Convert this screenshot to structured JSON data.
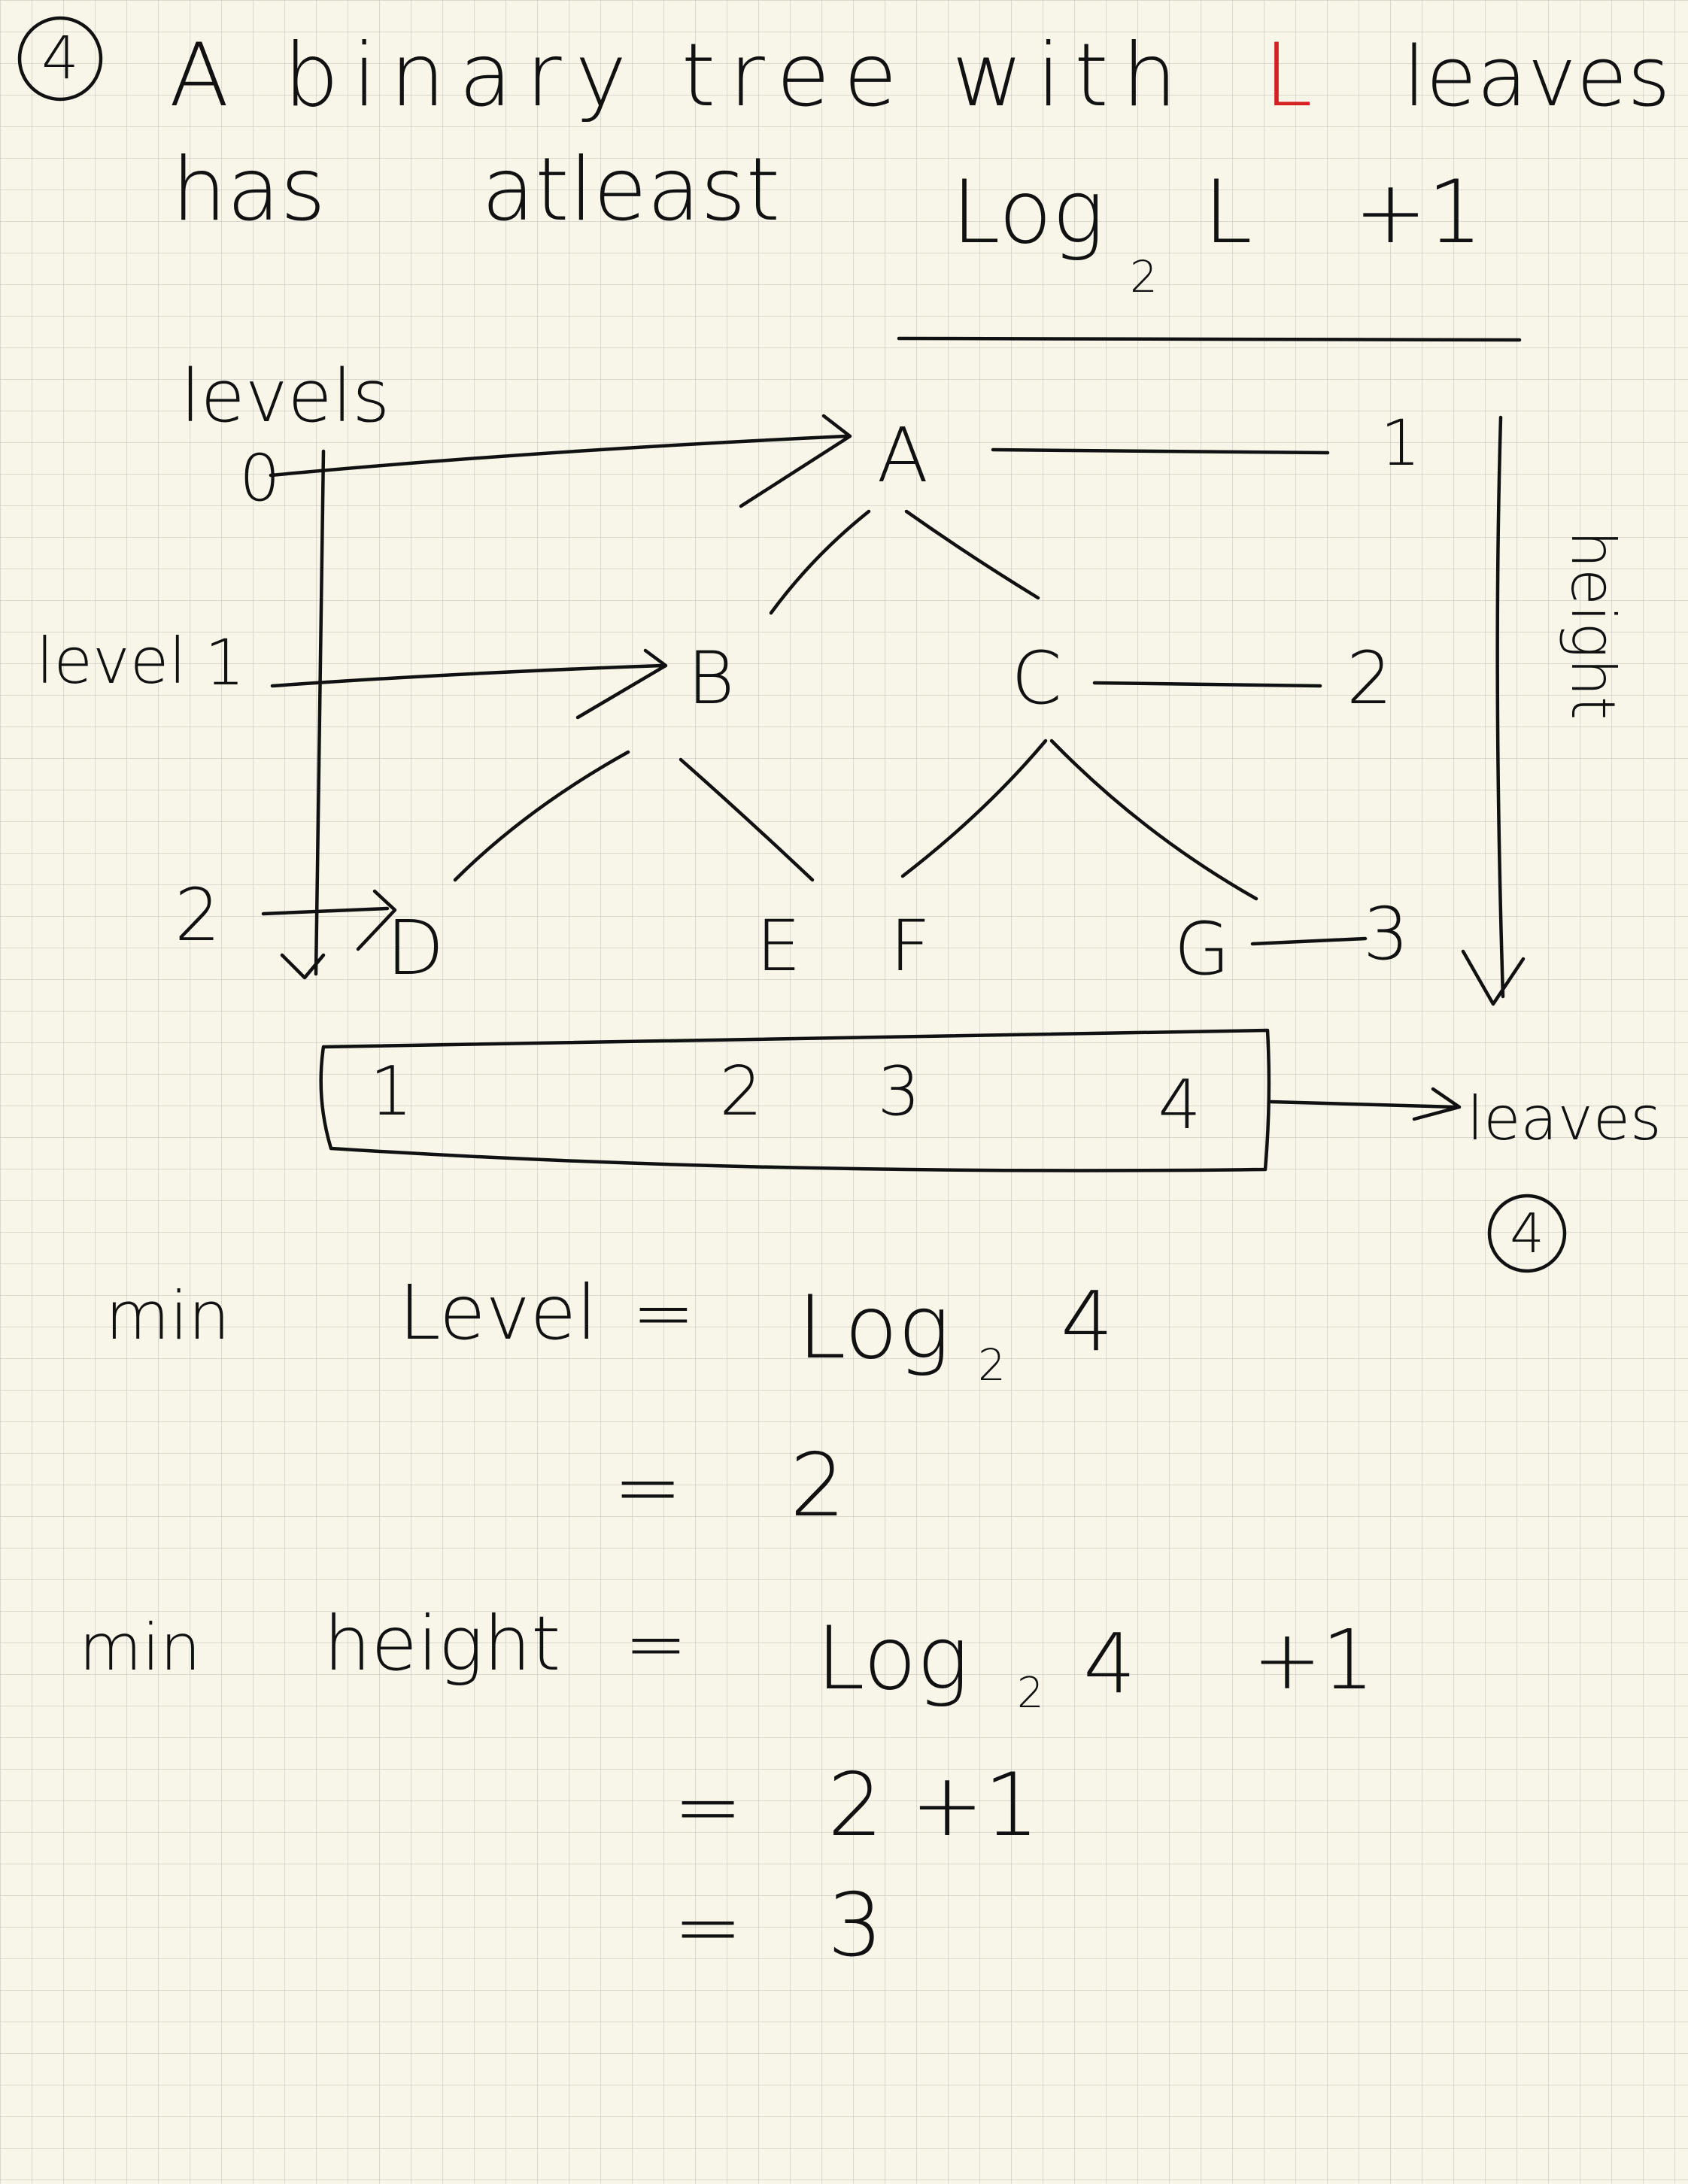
{
  "problem": {
    "number": "4",
    "line1_pre": "A binary tree with",
    "line1_var": "L",
    "line1_post": "leaves",
    "line2_pre": "has",
    "line2_mid": "atleast",
    "line2_log": "Log",
    "line2_base": "2",
    "line2_var": "L",
    "line2_plus": "+1"
  },
  "colors": {
    "ink": "#111111",
    "highlight": "#d32020",
    "paper": "#f8f6e9"
  },
  "levels": {
    "title": "levels",
    "l0": "0",
    "l1_text": "level",
    "l1_num": "1",
    "l2": "2"
  },
  "nodes": {
    "a": "A",
    "b": "B",
    "c": "C",
    "d": "D",
    "e": "E",
    "f": "F",
    "g": "G"
  },
  "height_side": {
    "h1": "1",
    "h2": "2",
    "h3": "3",
    "label": "height"
  },
  "leaves": {
    "n1": "1",
    "n2": "2",
    "n3": "3",
    "n4": "4",
    "label": "leaves",
    "count": "4"
  },
  "min_level": {
    "label": "min",
    "name": "Level",
    "eq": "=",
    "log": "Log",
    "base": "2",
    "arg": "4",
    "result_eq": "=",
    "result": "2"
  },
  "min_height": {
    "label": "min",
    "name": "height",
    "eq": "=",
    "log": "Log",
    "base": "2",
    "arg": "4",
    "plus": "+1",
    "step_eq": "=",
    "step": "2 +1",
    "result_eq": "=",
    "result": "3"
  }
}
